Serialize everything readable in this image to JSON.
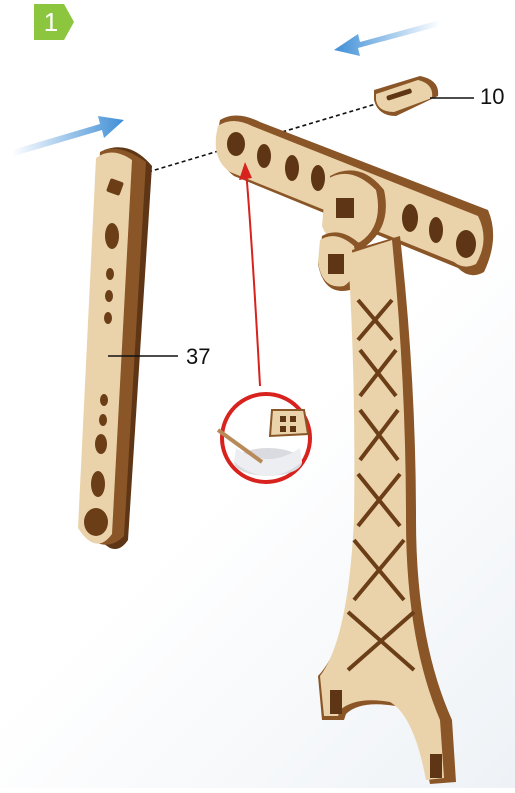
{
  "step": {
    "number": "1",
    "badge_color": "#8cc63f"
  },
  "parts": [
    {
      "id": "part-10",
      "label": "10"
    },
    {
      "id": "part-37",
      "label": "37"
    }
  ],
  "colors": {
    "wood_face": "#ead3aa",
    "wood_edge": "#8a5527",
    "wood_edge_dark": "#5e3615",
    "arrow": "#3f8fd6",
    "glue_indicator": "#d8221e"
  },
  "icons": [
    "assembly-arrow-icon",
    "glue-pot-icon",
    "glue-arrow-icon",
    "dashed-alignment-line"
  ]
}
